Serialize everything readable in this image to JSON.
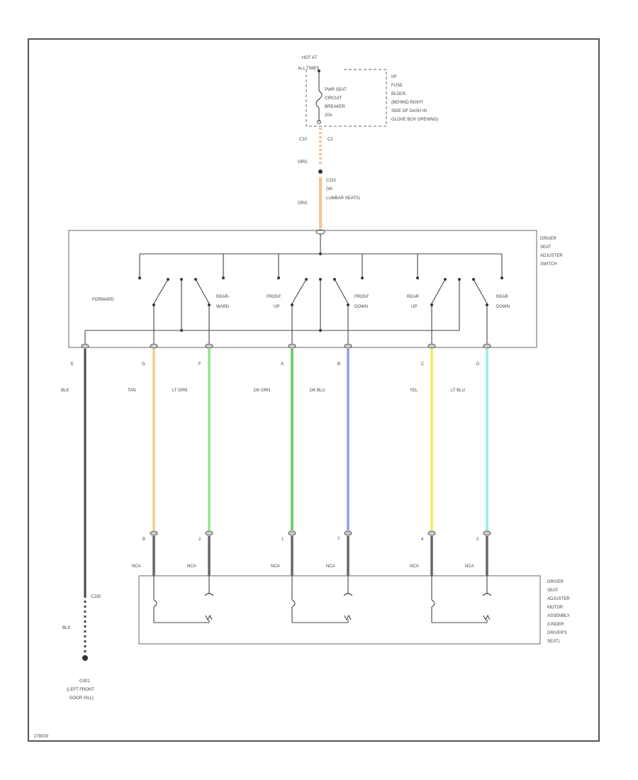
{
  "header": {
    "hot_at": "HOT AT",
    "all_times": "ALL TIMES"
  },
  "fuse_block": {
    "lines": [
      "I/P",
      "FUSE",
      "BLOCK",
      "(BEHIND RIGHT",
      "SIDE OF DASH IN",
      "GLOVE BOX OPENING)"
    ]
  },
  "circuit_breaker": {
    "lines": [
      "PWR SEAT",
      "CIRCUIT",
      "BREAKER",
      "20A"
    ]
  },
  "connector_top": {
    "pin": "C10",
    "terminal": "C2",
    "wire1": "ORG",
    "wire2": "ORG"
  },
  "connector_c221": {
    "lines": [
      "C221",
      "(W/",
      "LUMBAR SEATS)"
    ]
  },
  "switch": {
    "lines": [
      "DRIVER",
      "SEAT",
      "ADJUSTER",
      "SWITCH"
    ],
    "labels": {
      "forward": "FORWARD",
      "rearward": [
        "REAR-",
        "WARD"
      ],
      "front_up": [
        "FRONT",
        "UP"
      ],
      "front_down": [
        "FRONT",
        "DOWN"
      ],
      "rear_up": [
        "REAR",
        "UP"
      ],
      "rear_down": [
        "REAR",
        "DOWN"
      ]
    }
  },
  "wires": [
    {
      "pin": "E",
      "color_label": "BLK",
      "hex": "#444444"
    },
    {
      "pin": "G",
      "color_label": "TAN",
      "hex": "#f5cf86"
    },
    {
      "pin": "F",
      "color_label": "LT GRN",
      "hex": "#8ee88e"
    },
    {
      "pin": "A",
      "color_label": "DK GRN",
      "hex": "#5fcc5f"
    },
    {
      "pin": "B",
      "color_label": "DK BLU",
      "hex": "#8f9ee6"
    },
    {
      "pin": "C",
      "color_label": "YEL",
      "hex": "#f4ec5a"
    },
    {
      "pin": "D",
      "color_label": "LT BLU",
      "hex": "#8ff0ee"
    }
  ],
  "motor_pins": [
    "B",
    "2",
    "1",
    "7",
    "4",
    "2"
  ],
  "motor_wire_label": "NCA",
  "motor": {
    "lines": [
      "DRIVER",
      "SEAT",
      "ADJUSTER",
      "MOTOR",
      "ASSEMBLY",
      "(UNDER",
      "DRIVER'S",
      "SEAT)"
    ]
  },
  "ground": {
    "connector": "C230",
    "wire": "BLK",
    "lines": [
      "G301",
      "(LEFT FRONT",
      "DOOR SILL)"
    ]
  },
  "footer": {
    "ref": "278029"
  },
  "colors": {
    "orange_wire": "#f7c290",
    "frame": "#555555"
  }
}
